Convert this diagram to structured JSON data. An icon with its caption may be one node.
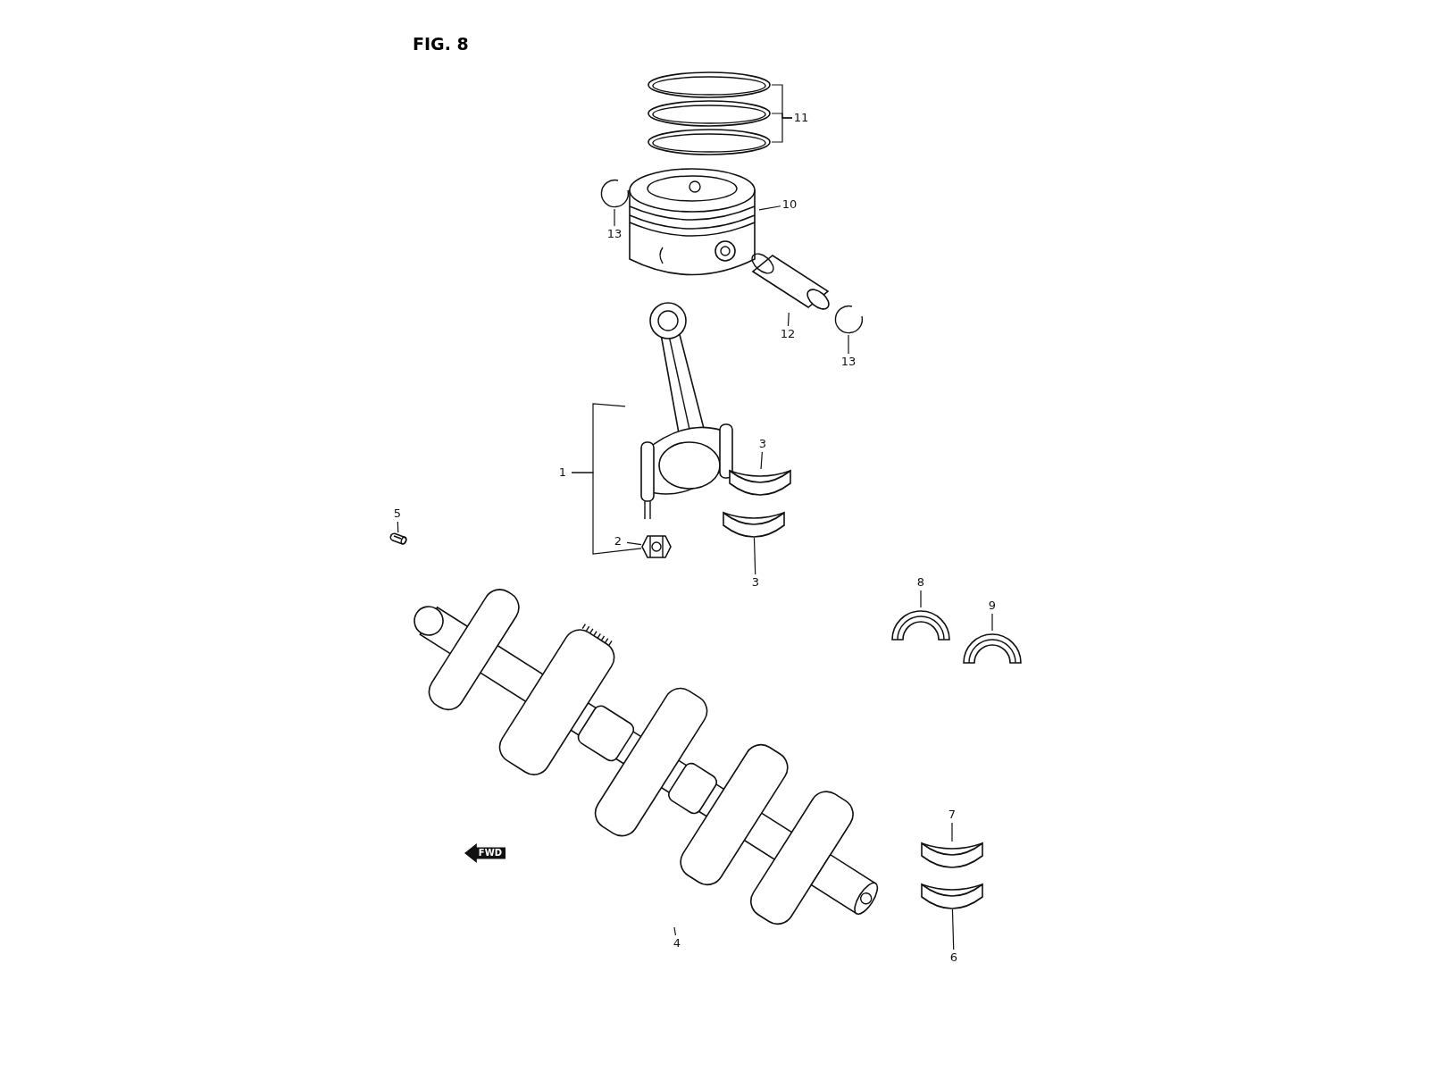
{
  "diagram": {
    "title": "FIG. 8",
    "nodes": [
      {
        "text": [
          "11"
        ]
      },
      {
        "text": [],
        "shape": "picture"
      },
      {
        "text": [],
        "shape": "picture"
      },
      {
        "text": [],
        "shape": "picture"
      },
      {
        "text": [
          "10"
        ]
      },
      {
        "text": [],
        "shape": "picture"
      },
      {
        "text": [],
        "shape": "picture"
      },
      {
        "text": [
          "13"
        ]
      },
      {
        "text": [],
        "shape": "picture"
      },
      {
        "text": [
          "12"
        ]
      },
      {
        "text": [],
        "shape": "picture"
      },
      {
        "text": [
          "13"
        ]
      },
      {
        "text": [],
        "shape": "picture"
      },
      {
        "text": [
          "1"
        ]
      },
      {
        "text": [],
        "shape": "picture"
      },
      {
        "text": [
          "3"
        ]
      },
      {
        "text": [
          "2"
        ]
      },
      {
        "text": [],
        "shape": "picture"
      },
      {
        "text": [
          "3"
        ]
      },
      {
        "text": [],
        "shape": "picture"
      },
      {
        "text": [
          "5"
        ]
      },
      {
        "text": [],
        "shape": "picture"
      },
      {
        "text": [],
        "shape": "picture"
      },
      {
        "text": [
          "8"
        ]
      },
      {
        "text": [],
        "shape": "picture"
      },
      {
        "text": [
          "9"
        ]
      },
      {
        "text": [],
        "shape": "picture"
      },
      {
        "text": [
          "4"
        ]
      },
      {
        "text": [],
        "shape": "picture"
      },
      {
        "text": [
          "7"
        ]
      },
      {
        "text": [],
        "shape": "picture"
      },
      {
        "text": [
          "6"
        ]
      }
    ],
    "edges": [
      {
        "from": 0,
        "to": 1,
        "arrow": "none"
      },
      {
        "from": 0,
        "to": 2,
        "arrow": "none"
      },
      {
        "from": 0,
        "to": 3,
        "arrow": "none"
      },
      {
        "from": 4,
        "to": 5,
        "arrow": "none"
      },
      {
        "from": 7,
        "to": 6,
        "arrow": "none"
      },
      {
        "from": 9,
        "to": 8,
        "arrow": "none"
      },
      {
        "from": 11,
        "to": 10,
        "arrow": "none"
      },
      {
        "from": 13,
        "to": 12,
        "arrow": "none"
      },
      {
        "from": 13,
        "to": 17,
        "arrow": "none"
      },
      {
        "from": 16,
        "to": 17,
        "arrow": "none"
      },
      {
        "from": 15,
        "to": 14,
        "arrow": "none"
      },
      {
        "from": 18,
        "to": 19,
        "arrow": "none"
      },
      {
        "from": 20,
        "to": 21,
        "arrow": "none"
      },
      {
        "from": 23,
        "to": 24,
        "arrow": "none"
      },
      {
        "from": 25,
        "to": 26,
        "arrow": "none"
      },
      {
        "from": 27,
        "to": 22,
        "arrow": "none"
      },
      {
        "from": 29,
        "to": 28,
        "arrow": "none"
      },
      {
        "from": 31,
        "to": 30,
        "arrow": "none"
      }
    ],
    "labels": [
      "FWD"
    ]
  }
}
